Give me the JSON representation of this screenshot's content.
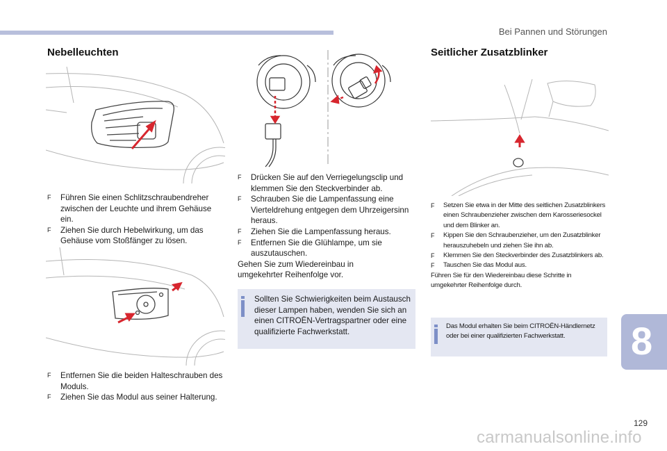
{
  "header": {
    "section_title": "Bei Pannen und Störungen"
  },
  "left": {
    "heading": "Nebelleuchten",
    "steps_a": [
      "Führen Sie einen Schlitzschraubendreher zwischen der Leuchte und ihrem Gehäuse ein.",
      "Ziehen Sie durch Hebelwirkung, um das Gehäuse vom Stoßfänger zu lösen."
    ],
    "steps_b": [
      "Entfernen Sie die beiden Halteschrauben des Moduls.",
      "Ziehen Sie das Modul aus seiner Halterung."
    ]
  },
  "middle": {
    "steps": [
      "Drücken Sie auf den Verriegelungsclip und klemmen Sie den Steckverbinder ab.",
      "Schrauben Sie die Lampenfassung eine Vierteldrehung entgegen dem Uhrzeigersinn heraus.",
      "Ziehen Sie die Lampenfassung heraus.",
      "Entfernen Sie die Glühlampe, um sie auszutauschen."
    ],
    "reassembly": "Gehen Sie zum Wiedereinbau in umgekehrter Reihenfolge vor.",
    "info": "Sollten Sie Schwierigkeiten beim Austausch dieser Lampen haben, wenden Sie sich an einen CITROËN-Vertragspartner oder eine qualifizierte Fachwerkstatt."
  },
  "right": {
    "heading": "Seitlicher Zusatzblinker",
    "steps": [
      "Setzen Sie etwa in der Mitte des seitlichen Zusatzblinkers einen Schraubenzieher zwischen dem Karosseriesockel und dem Blinker an.",
      "Kippen Sie den Schraubenzieher, um den Zusatzblinker herauszuhebeln und ziehen Sie ihn ab.",
      "Klemmen Sie den Steckverbinder des Zusatzblinkers ab.",
      "Tauschen Sie das Modul aus."
    ],
    "reassembly": "Führen Sie für den Wiedereinbau diese Schritte in umgekehrter Reihenfolge durch.",
    "info": "Das Modul erhalten Sie beim CITROËN-Händlernetz oder bei einer qualifizierten Fachwerkstatt."
  },
  "chapter_number": "8",
  "page_number": "129",
  "watermark": "carmanualsonline.info",
  "bullet_marker": "F",
  "icons": [
    "info-icon"
  ],
  "colors": {
    "accent_bar": "#b8bfdc",
    "info_box": "#e4e7f2",
    "info_marker": "#7d8fc7",
    "arrow_red": "#d7262e",
    "chapter_tab": "#b0b8d8"
  }
}
